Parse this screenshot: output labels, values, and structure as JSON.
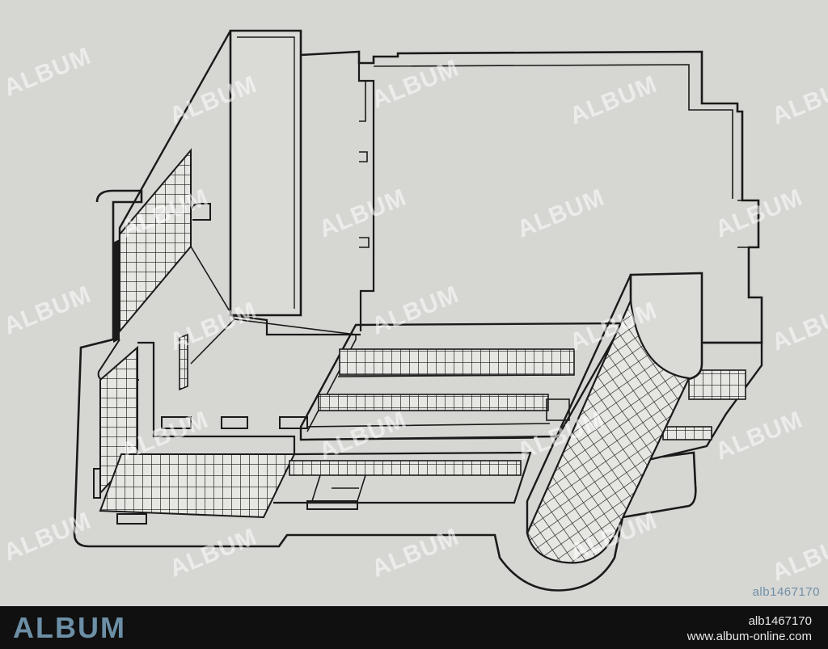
{
  "image": {
    "subject": "axonometric architectural drawing of a modernist building complex"
  },
  "watermark": {
    "text": "ALBUM",
    "color": "#ffffff"
  },
  "corner_id": "alb1467170",
  "footer": {
    "logo": "ALBUM",
    "image_id": "alb1467170",
    "url": "www.album-online.com",
    "background": "#101010",
    "logo_color": "#6c8fa6"
  },
  "colors": {
    "paper": "#d6d6d3",
    "ink": "#1a1a1a"
  }
}
